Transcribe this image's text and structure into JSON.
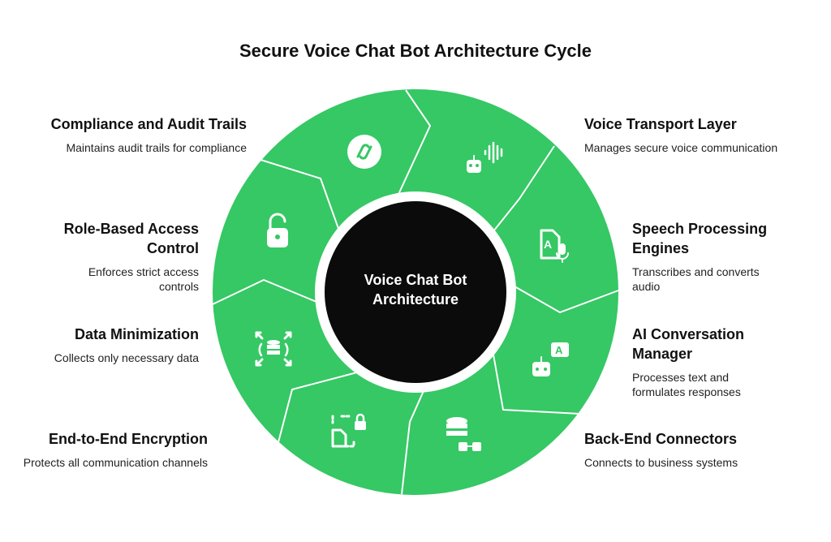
{
  "title": "Secure Voice Chat Bot Architecture Cycle",
  "center": {
    "line1": "Voice Chat Bot",
    "line2": "Architecture"
  },
  "colors": {
    "segment": "#35c864",
    "divider": "#ffffff",
    "hub": "#0b0b0b",
    "text": "#111111"
  },
  "right_items": [
    {
      "title": "Voice Transport Layer",
      "desc": "Manages secure voice communication",
      "icon": "robot-voice-icon"
    },
    {
      "title_lines": [
        "Speech Processing",
        "Engines"
      ],
      "desc_lines": [
        "Transcribes and converts",
        "audio"
      ],
      "icon": "speech-document-mic-icon"
    },
    {
      "title_lines": [
        "AI Conversation",
        "Manager"
      ],
      "desc_lines": [
        "Processes text and",
        "formulates responses"
      ],
      "icon": "robot-chat-icon"
    },
    {
      "title": "Back-End Connectors",
      "desc": "Connects to business systems",
      "icon": "database-connectors-icon"
    }
  ],
  "left_items": [
    {
      "title": "Compliance and Audit Trails",
      "desc": "Maintains audit trails for compliance",
      "icon": "audit-link-icon"
    },
    {
      "title_lines": [
        "Role-Based Access",
        "Control"
      ],
      "desc_lines": [
        "Enforces strict access",
        "controls"
      ],
      "icon": "unlock-icon"
    },
    {
      "title": "Data Minimization",
      "desc": "Collects only necessary data",
      "icon": "data-minimize-icon"
    },
    {
      "title": "End-to-End Encryption",
      "desc": "Protects all communication channels",
      "icon": "encrypted-file-icon"
    }
  ]
}
